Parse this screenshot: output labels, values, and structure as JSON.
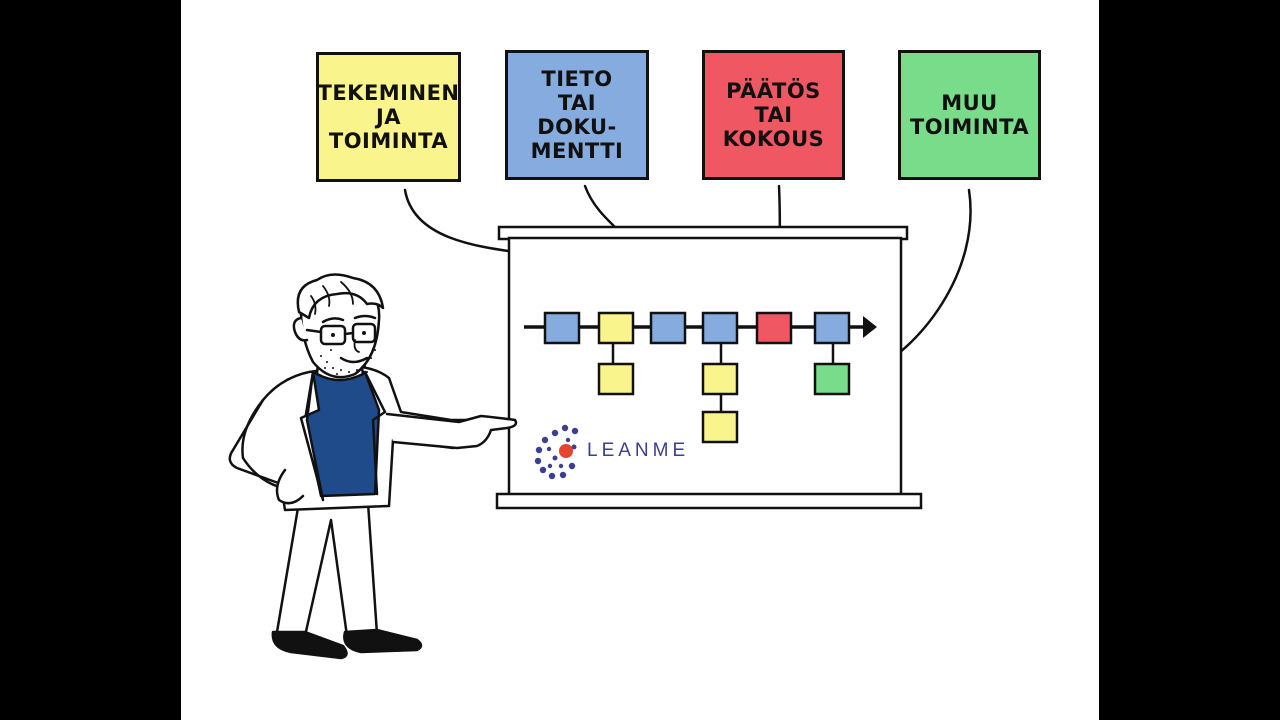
{
  "colors": {
    "yellow": "#f9f48b",
    "blue": "#86abde",
    "red": "#ef5762",
    "green": "#79dc8a",
    "logo_blue": "#3a3f8f",
    "logo_red": "#e8432f"
  },
  "legend": [
    {
      "id": "tekeminen",
      "label": "TEKEMINEN\nJA\nTOIMINTA",
      "color": "yellow"
    },
    {
      "id": "tieto",
      "label": "TIETO\nTAI\nDOKU-\nMENTTI",
      "color": "blue"
    },
    {
      "id": "paatos",
      "label": "PÄÄTÖS\nTAI\nKOKOUS",
      "color": "red"
    },
    {
      "id": "muu",
      "label": "MUU\nTOIMINTA",
      "color": "green"
    }
  ],
  "process_flow": {
    "main_steps": [
      "blue",
      "yellow",
      "blue",
      "blue",
      "red",
      "blue"
    ],
    "branches": [
      {
        "from_step": 2,
        "children": [
          "yellow"
        ]
      },
      {
        "from_step": 4,
        "children": [
          "yellow",
          "yellow"
        ]
      },
      {
        "from_step": 6,
        "children": [
          "green"
        ]
      }
    ]
  },
  "logo": {
    "text": "LEANME",
    "icon": "leanme-molecule-icon"
  },
  "presenter": {
    "icon": "presenter-man-icon"
  }
}
